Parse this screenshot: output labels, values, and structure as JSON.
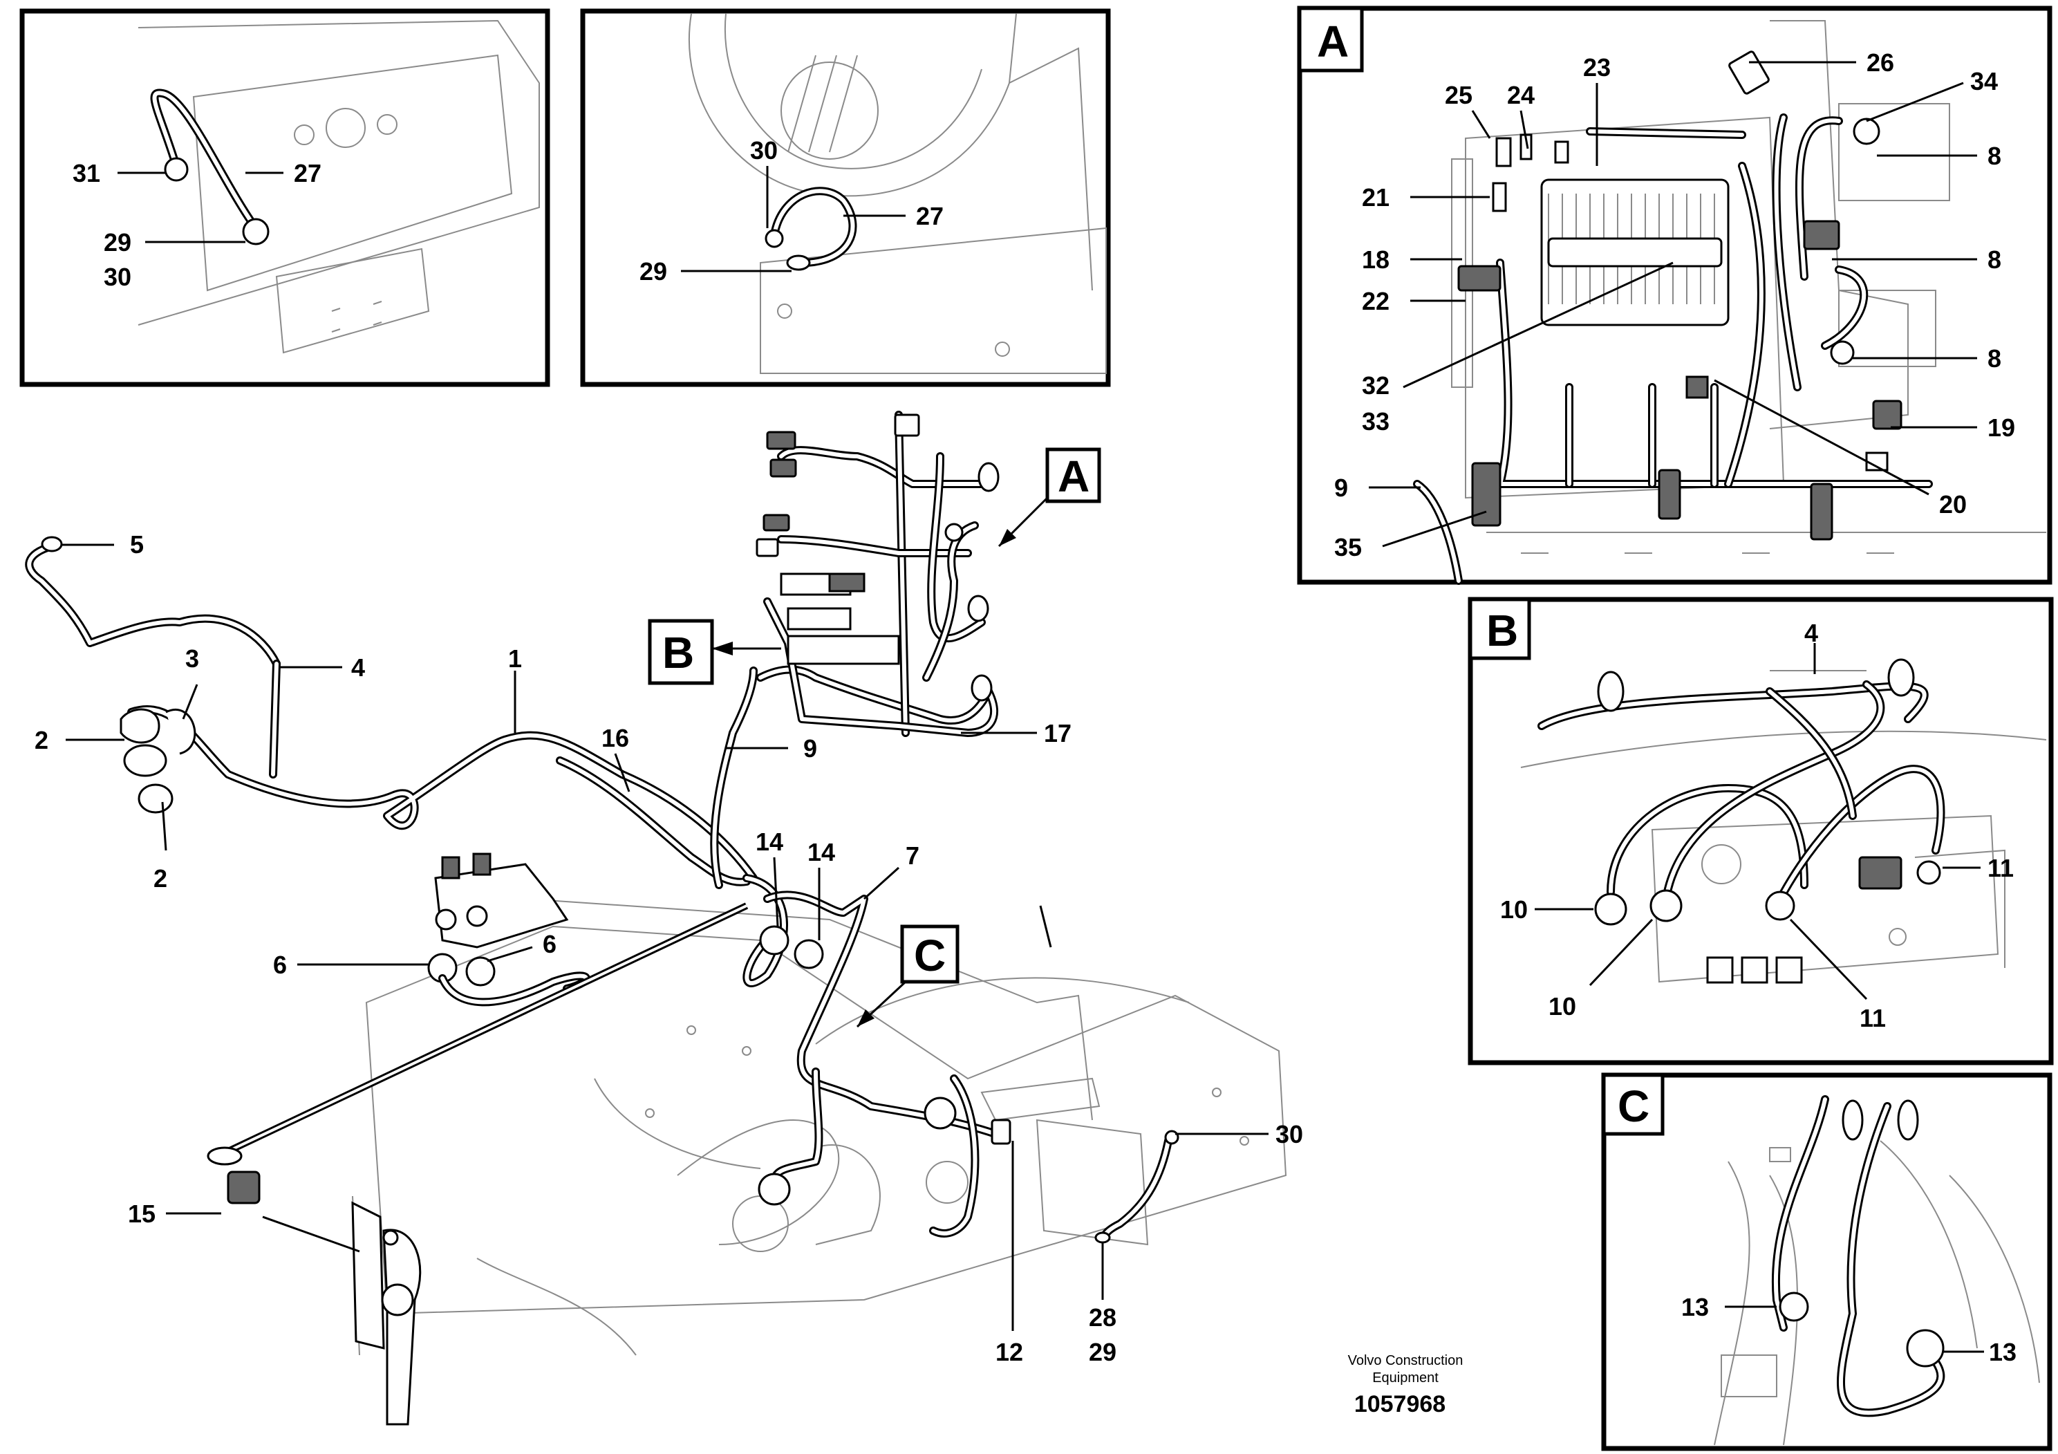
{
  "insets": {
    "A": {
      "label": "A"
    },
    "B": {
      "label": "B"
    },
    "C": {
      "label": "C"
    }
  },
  "callouts": {
    "inset_top_left": [
      "31",
      "27",
      "29",
      "30"
    ],
    "inset_top_middle": [
      "30",
      "27",
      "29"
    ],
    "inset_a": [
      "25",
      "24",
      "23",
      "26",
      "34",
      "8",
      "21",
      "18",
      "8",
      "22",
      "8",
      "32",
      "33",
      "19",
      "9",
      "20",
      "35"
    ],
    "inset_b": [
      "4",
      "11",
      "10",
      "10",
      "11"
    ],
    "inset_c": [
      "13",
      "13"
    ],
    "main": [
      "5",
      "4",
      "3",
      "1",
      "2",
      "16",
      "9",
      "17",
      "2",
      "14",
      "14",
      "7",
      "6",
      "6",
      "15",
      "12",
      "30",
      "28",
      "29"
    ]
  },
  "view_tags": {
    "A": "A",
    "B": "B",
    "C": "C"
  },
  "stamp": {
    "maker_line1": "Volvo Construction",
    "maker_line2": "Equipment",
    "drawing_number": "1057968"
  }
}
